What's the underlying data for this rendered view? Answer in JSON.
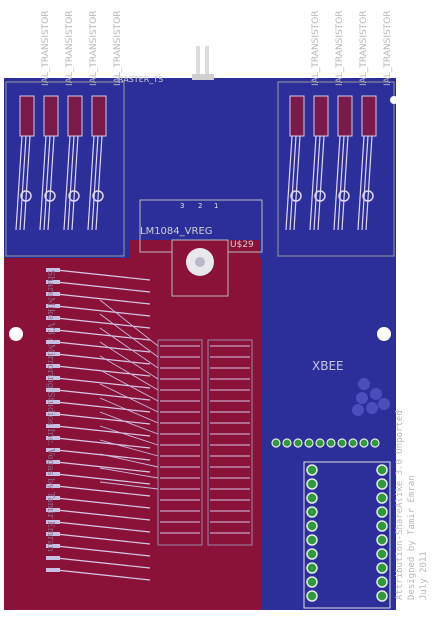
{
  "board": {
    "colors": {
      "board_red": "#8a1238",
      "top_blue": "#2c2f9a",
      "trace_light": "#d8c8e8",
      "trace_red": "#c0204a",
      "pad_green": "#2e9a3a",
      "silk": "#c8c8c8",
      "outline": "#7a7a7a"
    },
    "transistor_labels_left": [
      "IAL_TRANSISTOR",
      "IAL_TRANSISTOR",
      "IAL_TRANSISTOR",
      "IAL_TRANSISTOR"
    ],
    "transistor_labels_right": [
      "IAL_TRANSISTOR",
      "IAL_TRANSISTOR",
      "IAL_TRANSISTOR",
      "IAL_TRANSISTOR"
    ],
    "raster_label": "RASTER_TS",
    "vreg_label": "LM1084_VREG",
    "u_label": "U$29",
    "pin_numbers": [
      "3",
      "2",
      "1"
    ],
    "xbee_label": "XBEE",
    "credits": {
      "line1": "Attribution-ShareAlike 3.0 Unported",
      "line2": "Designed by Tamir Emran",
      "line3": "July 2011"
    },
    "left_vertical_text": "ShareMike V3 / Mirroring Studios Inc. Vegas by Tamir Emran"
  }
}
